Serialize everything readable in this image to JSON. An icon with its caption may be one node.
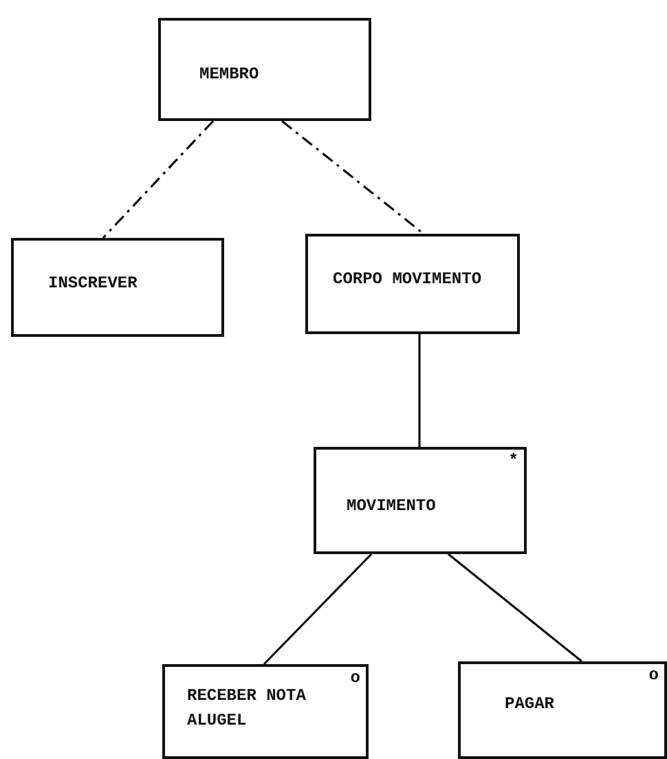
{
  "diagram": {
    "nodes": [
      {
        "text": [
          "MEMBRO"
        ]
      },
      {
        "text": [
          "INSCREVER"
        ]
      },
      {
        "text": [
          "CORPO MOVIMENTO"
        ]
      },
      {
        "text": [
          "MOVIMENTO",
          "*"
        ]
      },
      {
        "text": [
          "RECEBER NOTA ALUGEL",
          "o"
        ]
      },
      {
        "text": [
          "PAGAR",
          "o"
        ]
      }
    ],
    "edges": [
      {
        "from": 0,
        "to": 1,
        "arrow": "none",
        "style": "dashed"
      },
      {
        "from": 0,
        "to": 2,
        "arrow": "none",
        "style": "dashed"
      },
      {
        "from": 2,
        "to": 3,
        "arrow": "none"
      },
      {
        "from": 3,
        "to": 4,
        "arrow": "none"
      },
      {
        "from": 3,
        "to": 5,
        "arrow": "none"
      }
    ]
  }
}
